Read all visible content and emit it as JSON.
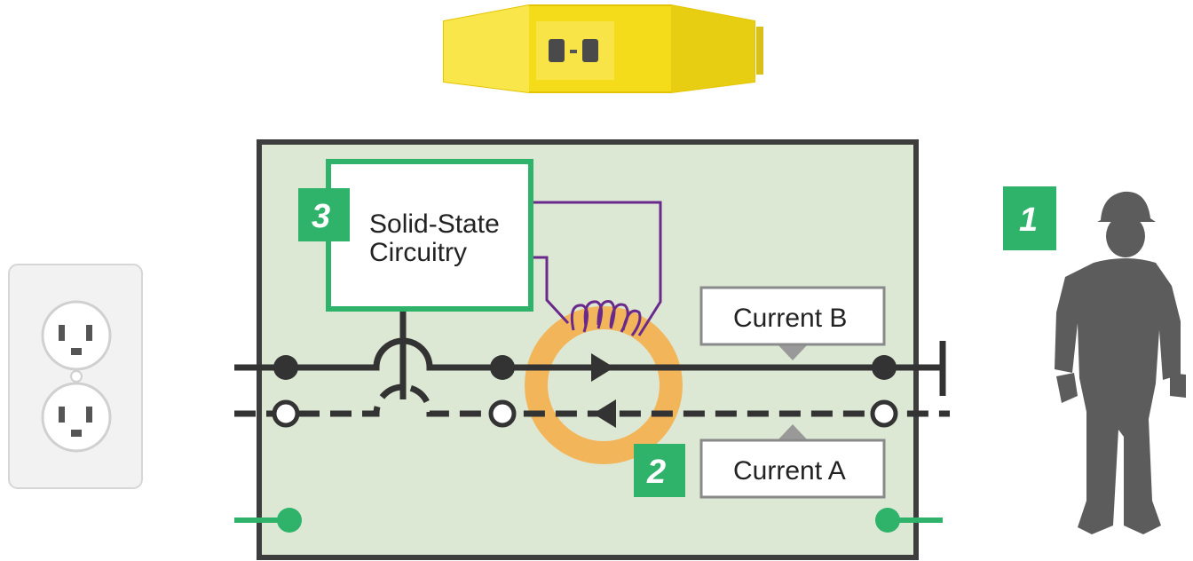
{
  "diagram": {
    "circuitry": {
      "label_line1": "Solid-State",
      "label_line2": "Circuitry"
    },
    "current_b": {
      "label": "Current B"
    },
    "current_a": {
      "label": "Current A"
    },
    "badges": {
      "worker": "1",
      "current": "2",
      "circuitry": "3"
    }
  },
  "colors": {
    "panel_fill": "#dde8d4",
    "panel_border": "#3d3d3d",
    "accent_green": "#2fb36b",
    "coil_purple": "#6a2a8c",
    "ring_orange": "#f2b55a",
    "wire": "#333333",
    "device_yellow": "#f4dc1a",
    "silhouette": "#5c5c5c"
  },
  "icons": {
    "outlet": "wall-outlet-icon",
    "device": "gfci-device-icon",
    "worker": "worker-silhouette-icon"
  }
}
